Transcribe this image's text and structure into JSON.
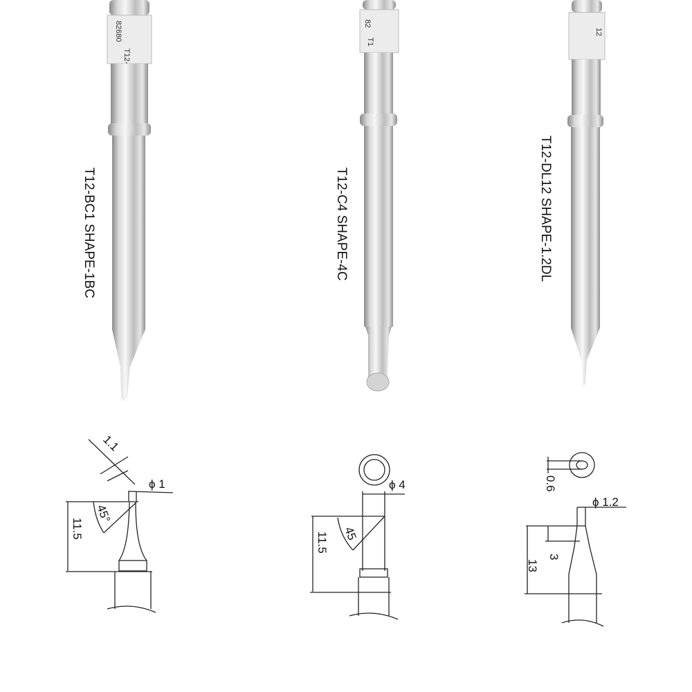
{
  "tips": [
    {
      "name": "T12-BC1  SHAPE-1BC",
      "stamp": "T12-",
      "code": "82680"
    },
    {
      "name": "T12-C4  SHAPE-4C",
      "stamp": "T1",
      "code": "82"
    },
    {
      "name": "T12-DL12  SHAPE-1.2DL",
      "stamp": "",
      "code": "12"
    }
  ],
  "diagrams": [
    {
      "width": "1.1",
      "diameter": "ϕ 1",
      "angle": "45°",
      "length": "11.5"
    },
    {
      "diameter": "ϕ 4",
      "angle": "45",
      "length": "11.5"
    },
    {
      "thickness": "0.6",
      "diameter": "ϕ 1.2",
      "bevel": "3",
      "length": "13"
    }
  ],
  "colors": {
    "metal_light": "#f4f4f4",
    "metal_dark": "#8a8a8a",
    "line": "#222222"
  }
}
